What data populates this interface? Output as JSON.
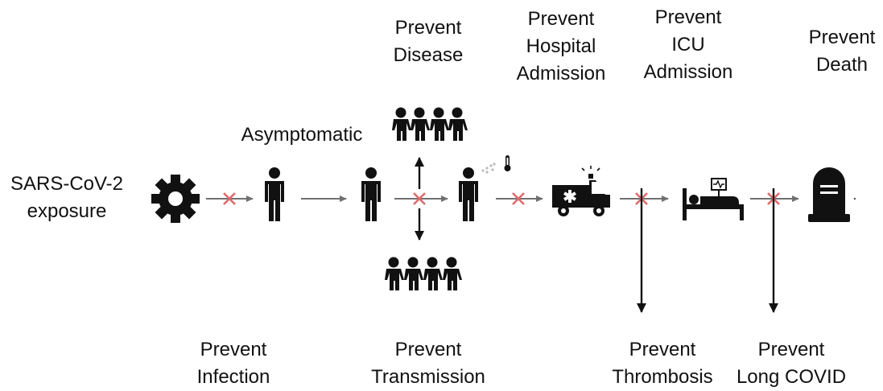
{
  "start_label": [
    "SARS-CoV-2",
    "exposure"
  ],
  "asymptomatic_label": "Asymptomatic",
  "top_labels": {
    "disease": [
      "Prevent",
      "Disease"
    ],
    "hospital": [
      "Prevent",
      "Hospital",
      "Admission"
    ],
    "icu": [
      "Prevent",
      "ICU",
      "Admission"
    ],
    "death": [
      "Prevent",
      "Death"
    ]
  },
  "bottom_labels": {
    "infection": [
      "Prevent",
      "Infection"
    ],
    "transmission": [
      "Prevent",
      "Transmission"
    ],
    "thrombosis": [
      "Prevent",
      "Thrombosis"
    ],
    "long_covid": [
      "Prevent",
      "Long COVID"
    ]
  },
  "icons": [
    "virus-icon",
    "person-icon",
    "person-icon",
    "sick-person-icon",
    "ambulance-icon",
    "hospital-bed-icon",
    "tombstone-icon",
    "people-group-icon"
  ],
  "colors": {
    "icon": "#111111",
    "arrow": "#707070",
    "block_mark": "#e06a6a"
  }
}
